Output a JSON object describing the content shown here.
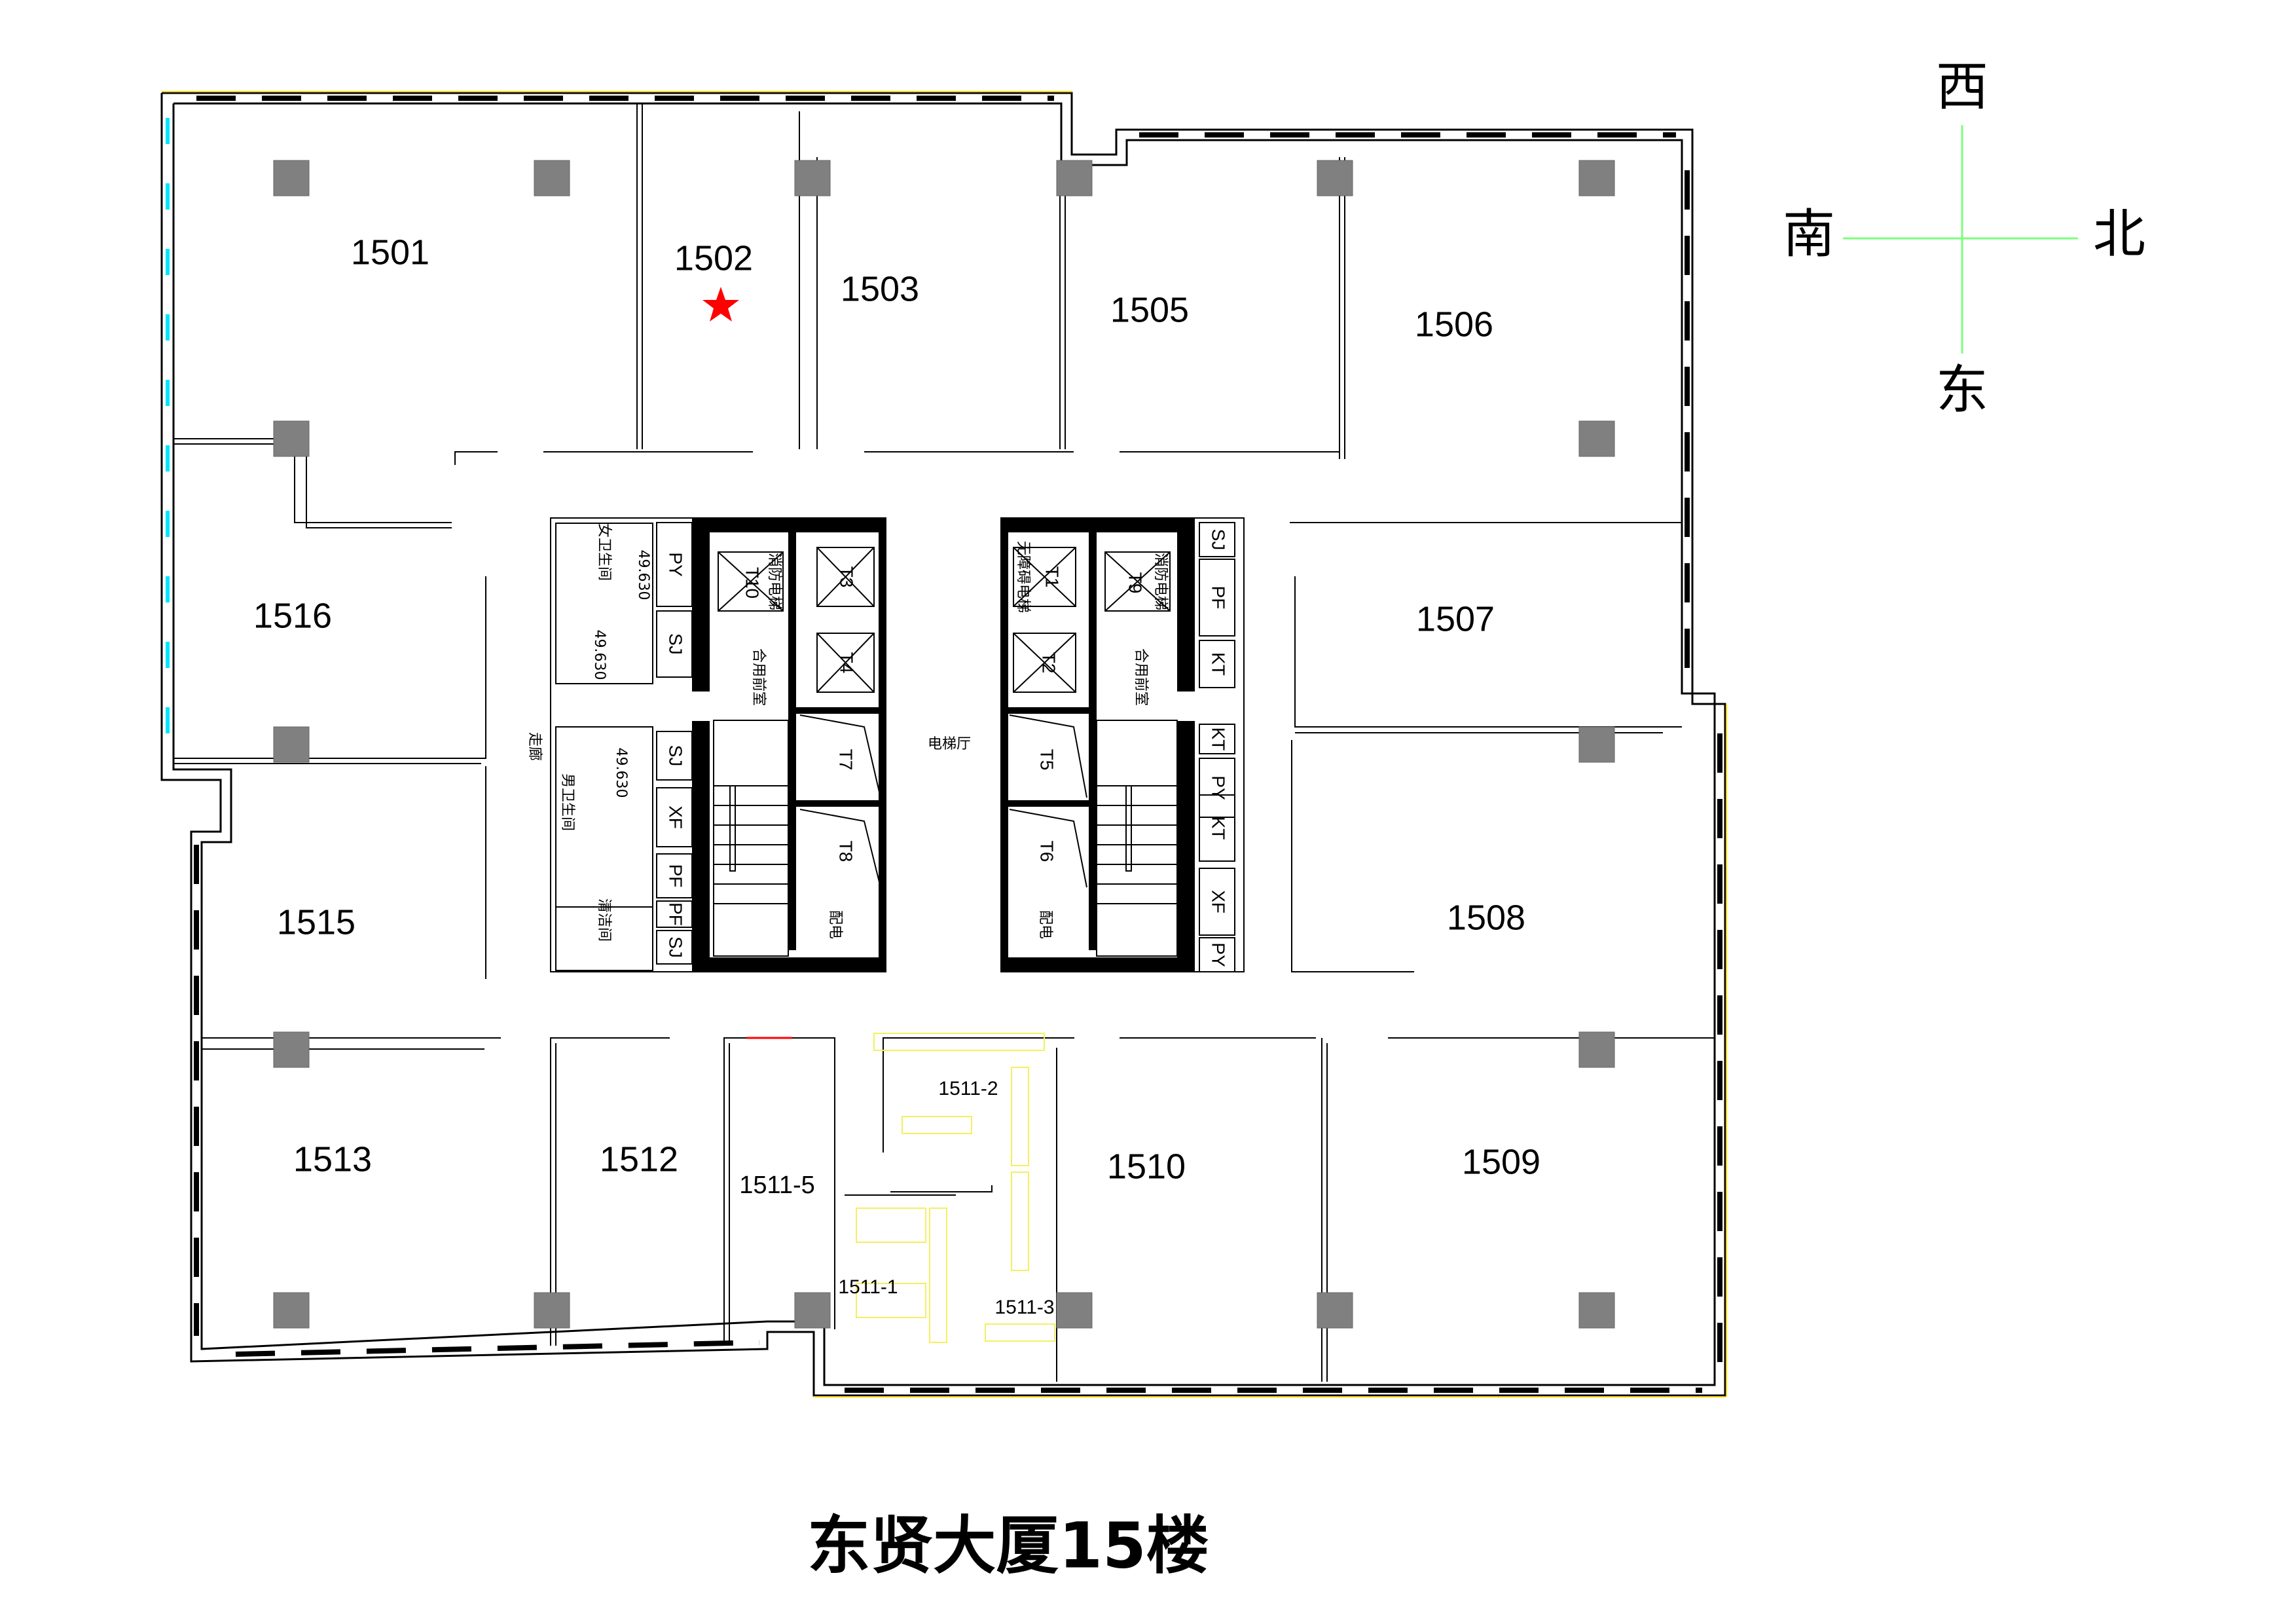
{
  "title": "东贤大厦15楼",
  "compass": {
    "west": "西",
    "south": "南",
    "north": "北",
    "east": "东",
    "line_color": "#7dff7d"
  },
  "rooms": {
    "r1501": "1501",
    "r1502": "1502",
    "r1503": "1503",
    "r1505": "1505",
    "r1506": "1506",
    "r1507": "1507",
    "r1508": "1508",
    "r1509": "1509",
    "r1510": "1510",
    "r1511_5": "1511-5",
    "r1511_1": "1511-1",
    "r1511_2": "1511-2",
    "r1511_3": "1511-3",
    "r1512": "1512",
    "r1513": "1513",
    "r1515": "1515",
    "r1516": "1516"
  },
  "marker": {
    "room": "1502",
    "icon": "star-icon",
    "color": "#ff0000"
  },
  "core": {
    "elevators": {
      "t1": "T1",
      "t2": "T2",
      "t3": "T3",
      "t4": "T4",
      "t5": "T5",
      "t6": "T6",
      "t7": "T7",
      "t8": "T8",
      "t9": "T9",
      "t10": "T10"
    },
    "shafts_left": [
      "PY",
      "SJ",
      "SJ",
      "XF",
      "PF",
      "PF",
      "SJ"
    ],
    "shafts_right": [
      "SJ",
      "PF",
      "KT",
      "KT",
      "PY",
      "KT",
      "XF",
      "PY"
    ],
    "labels": {
      "lobby": "电梯厅",
      "corridor": "走廊",
      "antechamber_left": "合用前室",
      "antechamber_right": "合用前室",
      "womens_wc": "女卫生间",
      "mens_wc": "男卫生间",
      "cleaning": "清洁间",
      "power_left": "配电",
      "power_right": "配电",
      "fire_elevator_left": "消防电梯",
      "fire_elevator_right": "消防电梯",
      "accessible_elevator": "无障碍电梯",
      "elev1": "49.630",
      "elev2": "49.630",
      "elev3": "49.630"
    }
  }
}
